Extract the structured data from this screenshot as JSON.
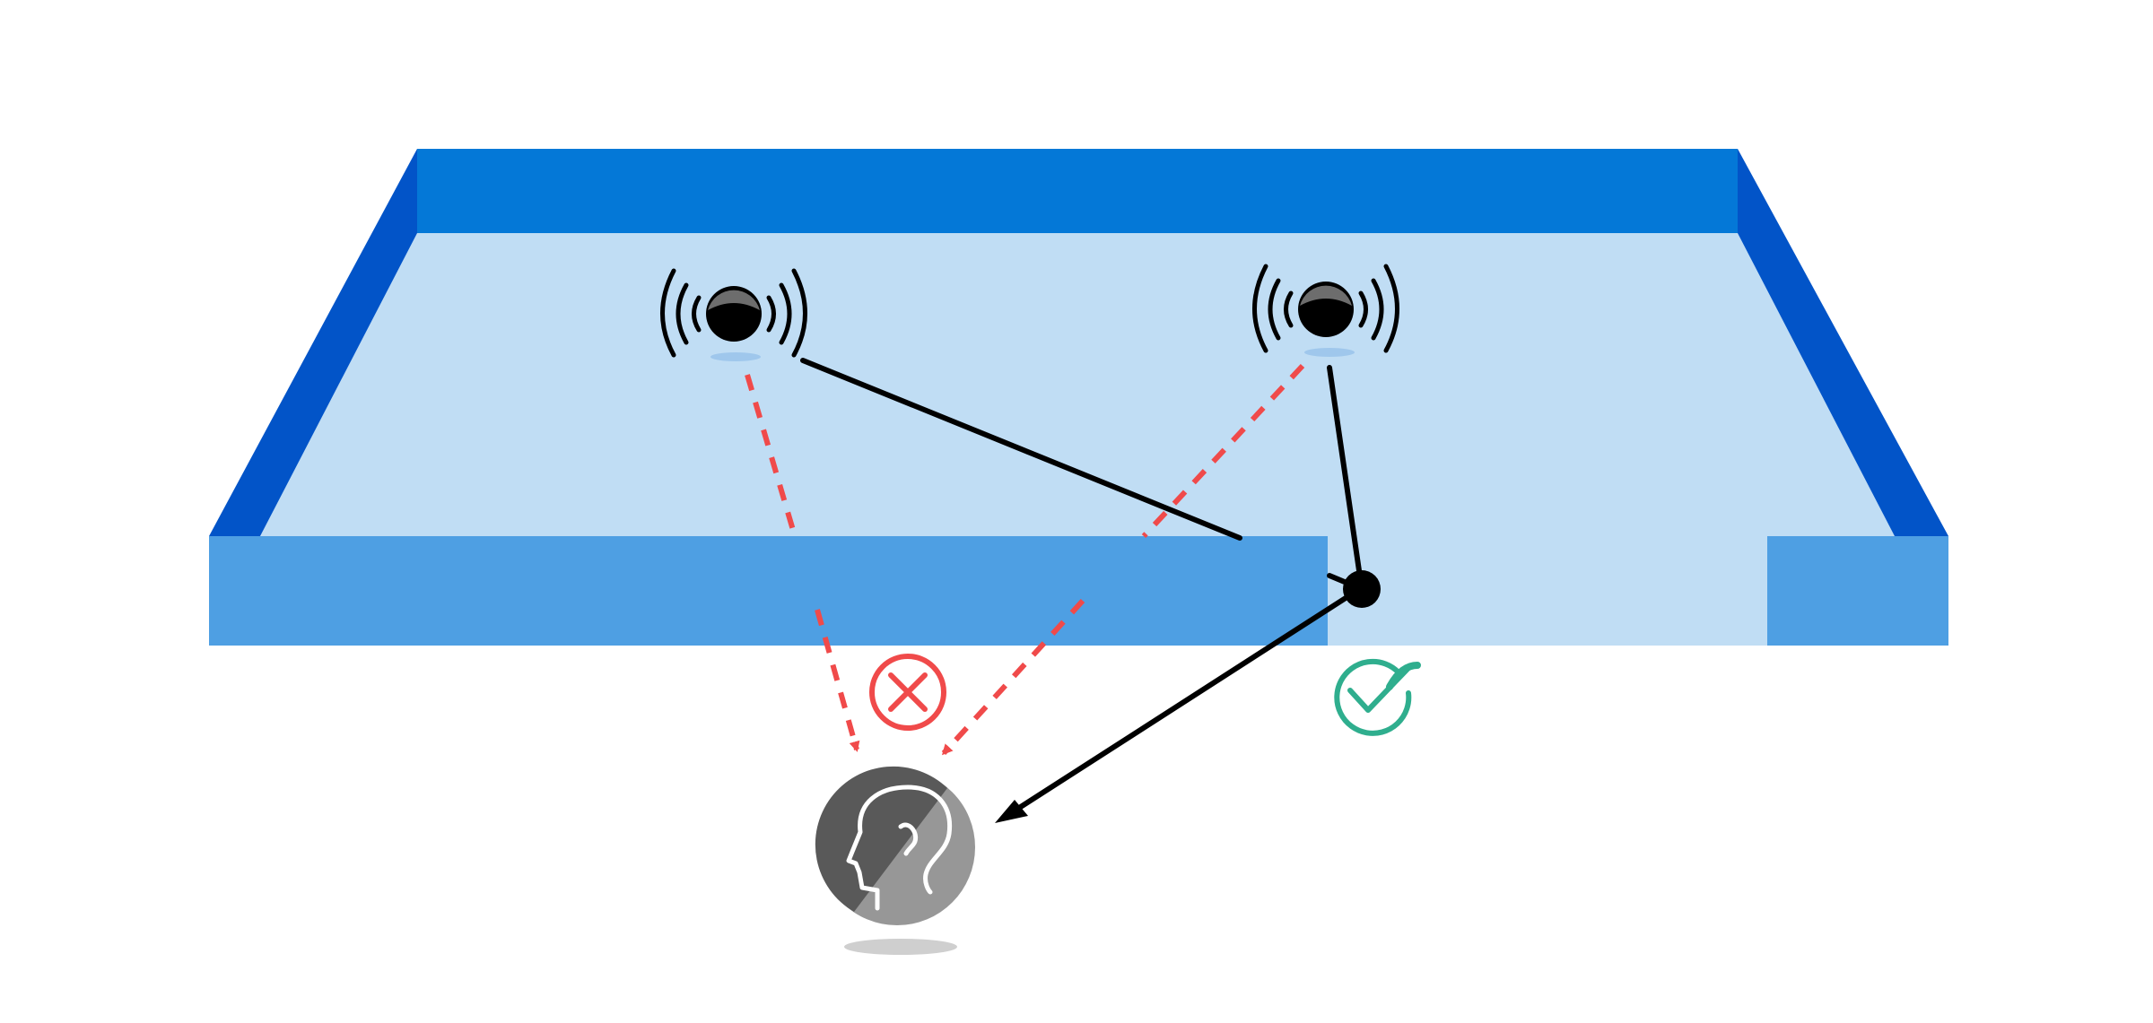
{
  "colors": {
    "background": "#ffffff",
    "wall_top": "#0478d7",
    "wall_side": "#0254c8",
    "floor": "#c0ddf4",
    "wall_front": "#4e9fe3",
    "sound_source": "#000000",
    "blocked_path": "#f04a4a",
    "reflected_path": "#000000",
    "blocked_marker": "#f04a4a",
    "success_marker": "#2fae8e",
    "listener_dark": "#595959",
    "listener_light": "#979797"
  },
  "icons": {
    "source_left": "speaker-emitting-icon",
    "source_right": "speaker-emitting-icon",
    "blocked": "x-circle-icon",
    "success": "check-circle-icon",
    "listener": "human-head-hearing-icon",
    "reflection_point": "dot-icon"
  },
  "paths": {
    "left_source_direct": "blocked",
    "right_source_direct": "blocked",
    "right_source_reflected": "reaches-listener",
    "left_source_to_wall": "reflection"
  }
}
